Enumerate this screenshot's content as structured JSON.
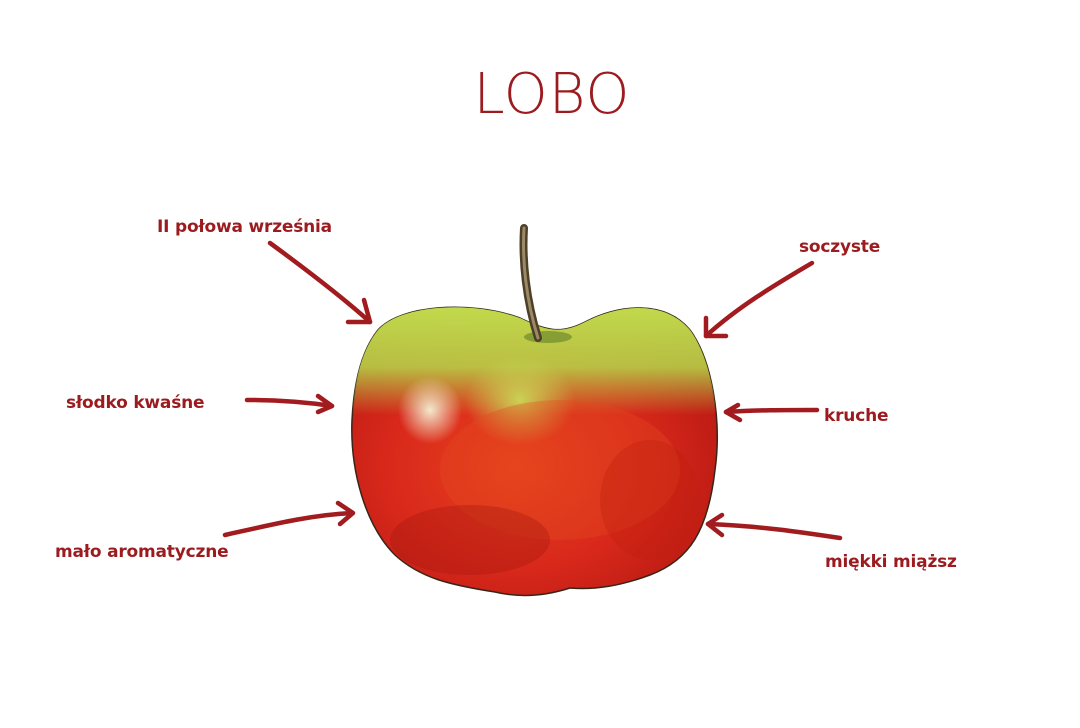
{
  "title": "LOBO",
  "colors": {
    "accent": "#9b1b1f",
    "apple_red": "#d8281b",
    "apple_green": "#b6d94a",
    "stem": "#6b5a3a",
    "background": "#ffffff"
  },
  "annotations": [
    {
      "id": "harvest",
      "label": "II połowa września",
      "side": "left"
    },
    {
      "id": "taste",
      "label": "słodko kwaśne",
      "side": "left"
    },
    {
      "id": "aroma",
      "label": "mało aromatyczne",
      "side": "left"
    },
    {
      "id": "juicy",
      "label": "soczyste",
      "side": "right"
    },
    {
      "id": "crisp",
      "label": "kruche",
      "side": "right"
    },
    {
      "id": "flesh",
      "label": "miękki miąższ",
      "side": "right"
    }
  ],
  "image": {
    "subject": "apple-illustration"
  }
}
